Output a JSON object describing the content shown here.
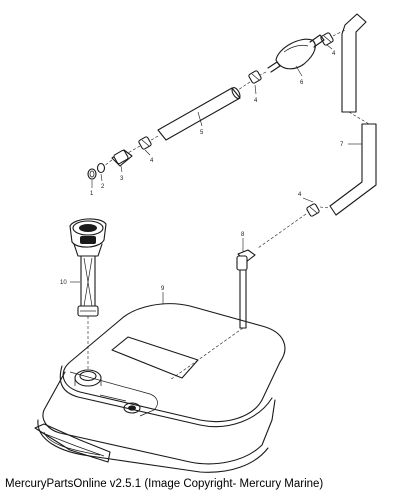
{
  "caption": "MercuryPartsOnline v2.5.1 (Image Copyright- Mercury Marine)",
  "callouts": {
    "c1": "1",
    "c2": "2",
    "c3": "3",
    "c4a": "4",
    "c4b": "4",
    "c4c": "4",
    "c4d": "4",
    "c5": "5",
    "c6": "6",
    "c7": "7",
    "c8": "8",
    "c9": "9",
    "c10": "10"
  }
}
